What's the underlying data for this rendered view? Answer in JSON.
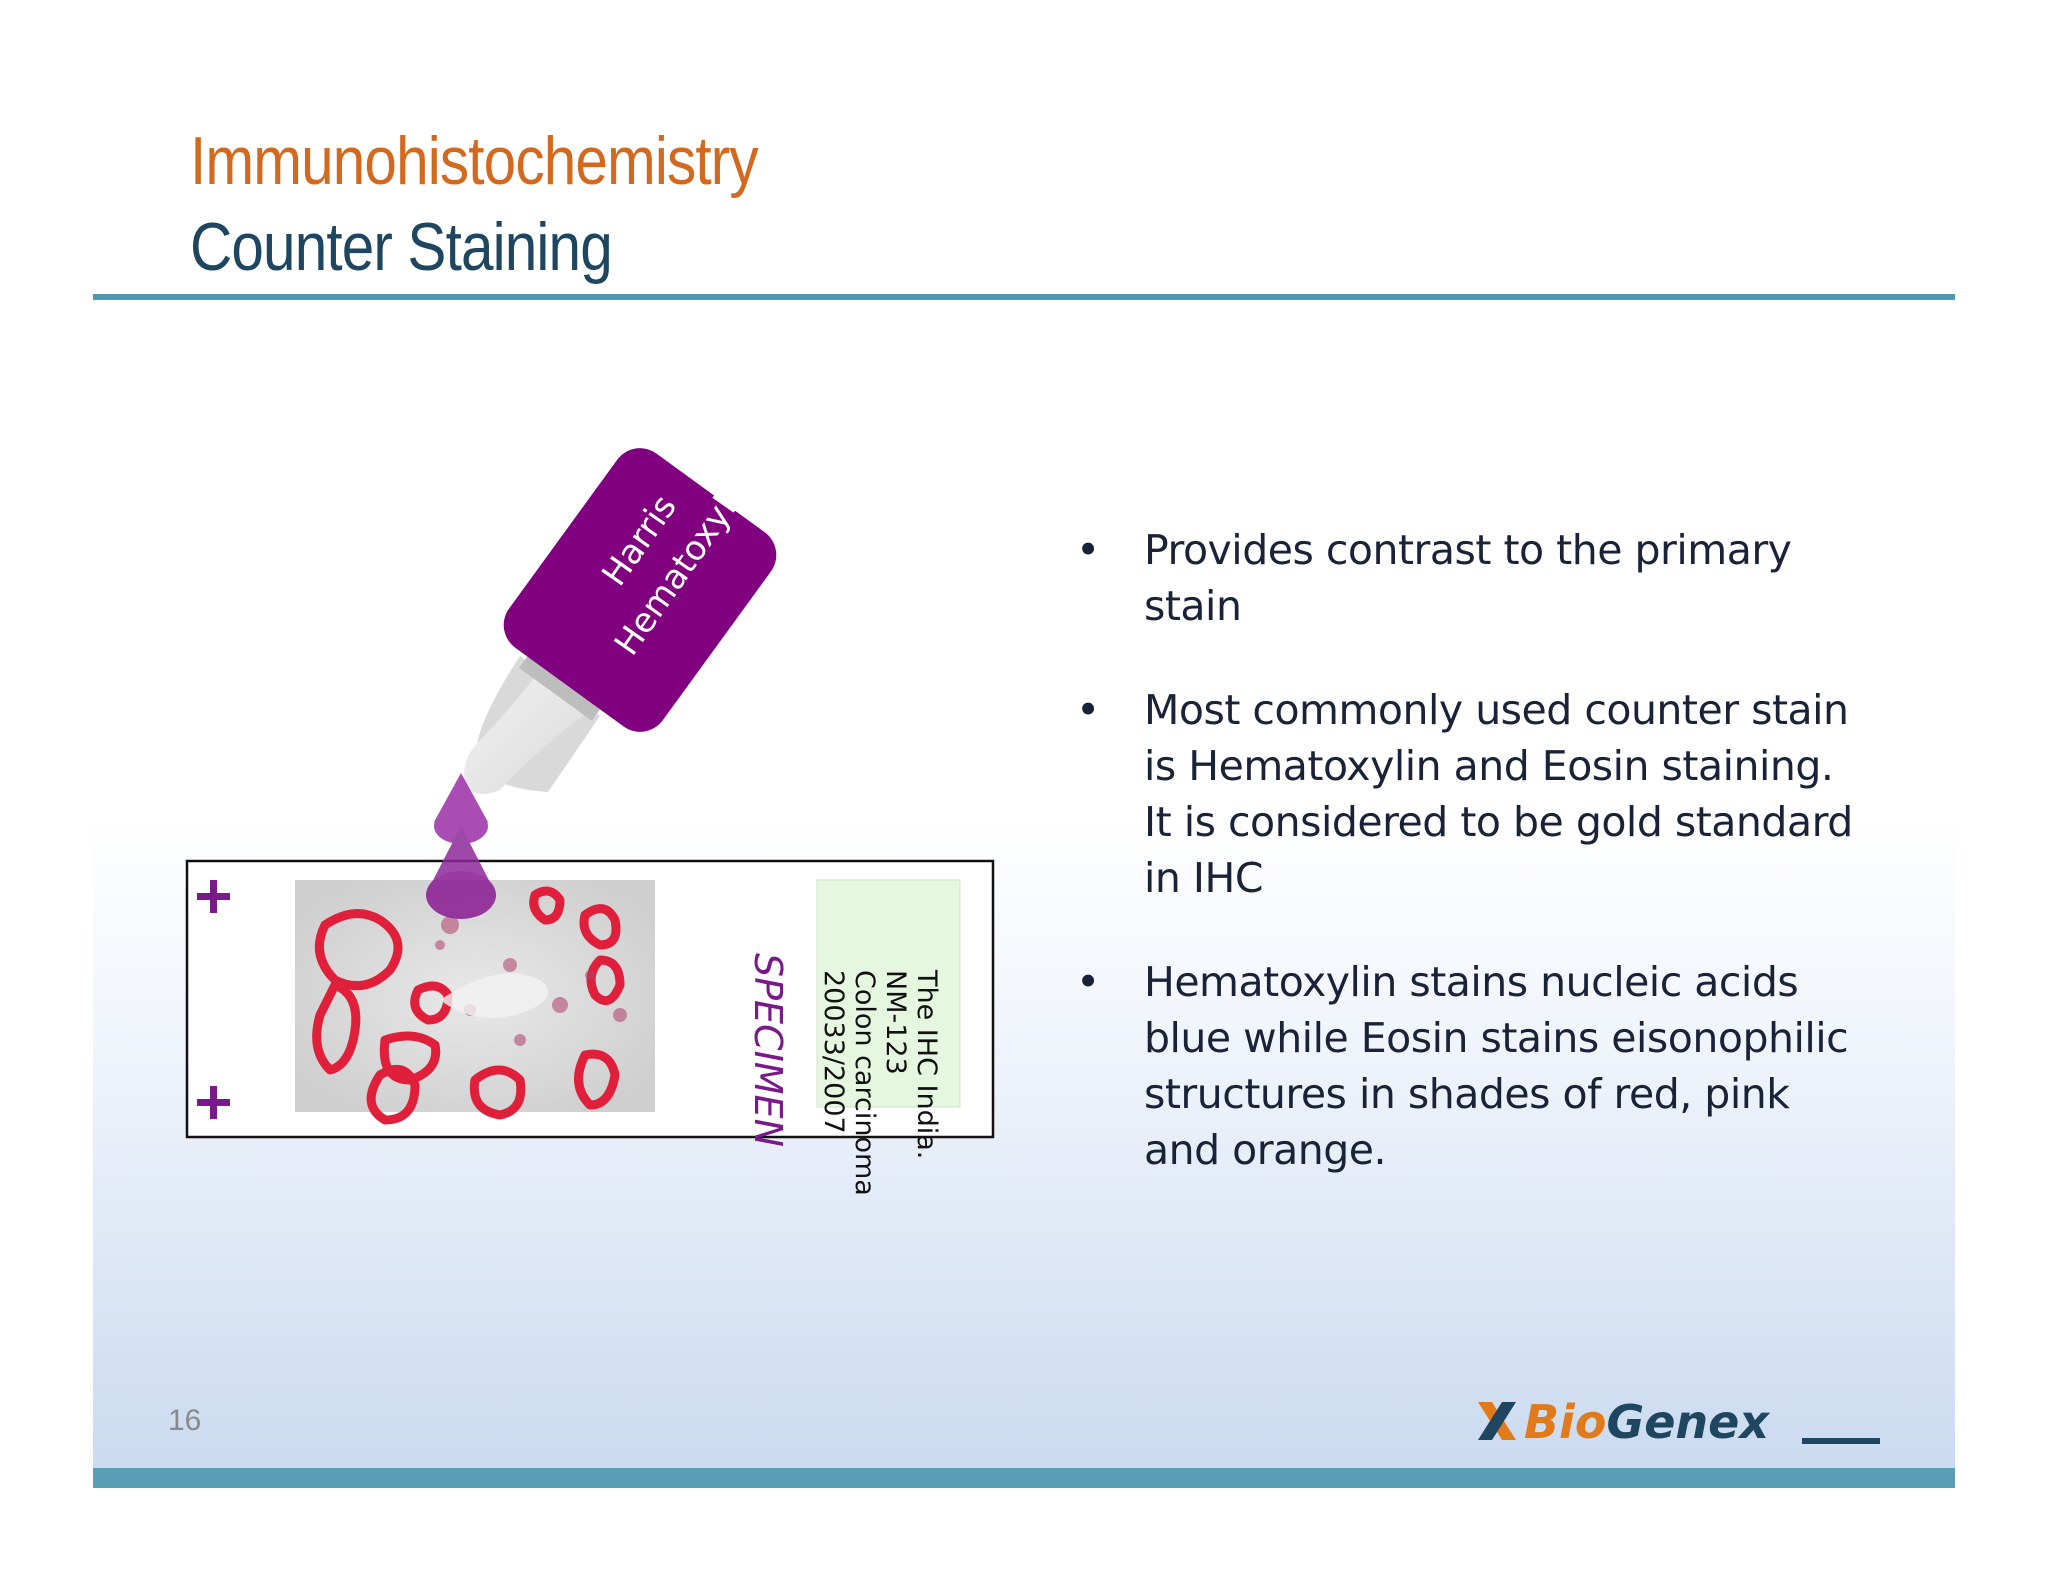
{
  "slide": {
    "title_line1": "Immunohistochemistry",
    "title_line2": "Counter Staining",
    "page_number": "16",
    "logo_text": "BioGenex",
    "colors": {
      "title_accent": "#d2691e",
      "title_main": "#1e4660",
      "rule": "#4f98b0",
      "stain_purple": "#800080"
    }
  },
  "illustration": {
    "bottle_label_line1": "Harris",
    "bottle_label_line2": "Hematoxylin",
    "specimen_label": "SPECIMEN",
    "slide_label": {
      "line1": "The IHC India.",
      "line2": "NM-123",
      "line3": "Colon carcinoma",
      "line4": "20033/2007"
    }
  },
  "bullets": [
    {
      "marker": "•",
      "text": "Provides contrast to the primary stain"
    },
    {
      "marker": "•",
      "text": "Most commonly used counter stain is  Hematoxylin and Eosin staining. It is considered to be gold standard in IHC"
    },
    {
      "marker": "•",
      "text": "Hematoxylin stains nucleic acids blue while  Eosin stains eisonophilic structures in shades of red, pink and orange."
    }
  ]
}
